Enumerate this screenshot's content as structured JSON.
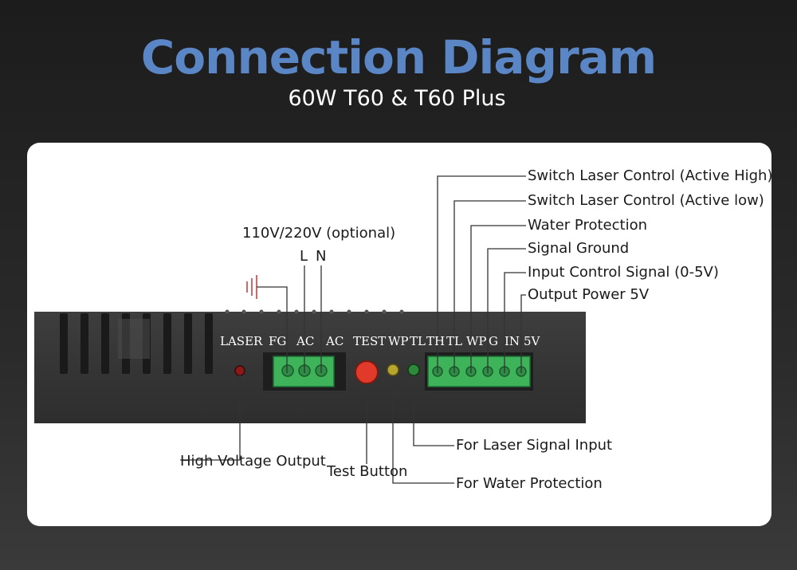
{
  "header": {
    "title": "Connection Diagram",
    "subtitle": "60W T60 & T60 Plus"
  },
  "power_input": {
    "label": "110V/220V (optional)",
    "l_label": "L",
    "n_label": "N"
  },
  "panel_labels": {
    "laser": "LASER",
    "fg": "FG",
    "ac1": "AC",
    "ac2": "AC",
    "test": "TEST",
    "wp": "WP",
    "tl": "TL",
    "th": "TH",
    "tl2": "TL",
    "wp2": "WP",
    "g": "G",
    "in": "IN",
    "v5": "5V"
  },
  "right_callouts": [
    "Switch Laser Control (Active High)",
    "Switch Laser Control (Active low)",
    "Water Protection",
    "Signal Ground",
    "Input Control Signal (0-5V)",
    "Output Power 5V"
  ],
  "bottom_callouts": {
    "high_voltage": "High Voltage Output",
    "test_button": "Test Button",
    "laser_signal": "For Laser Signal Input",
    "water_protection": "For Water Protection"
  },
  "colors": {
    "title": "#5b86c5",
    "laser_led": "#8a1a1a",
    "test_button": "#e23a2a",
    "wp_led": "#b8a530",
    "tl_led": "#2e8a3a",
    "terminal": "#3fb35a",
    "ground_symbol": "#cc3333"
  }
}
